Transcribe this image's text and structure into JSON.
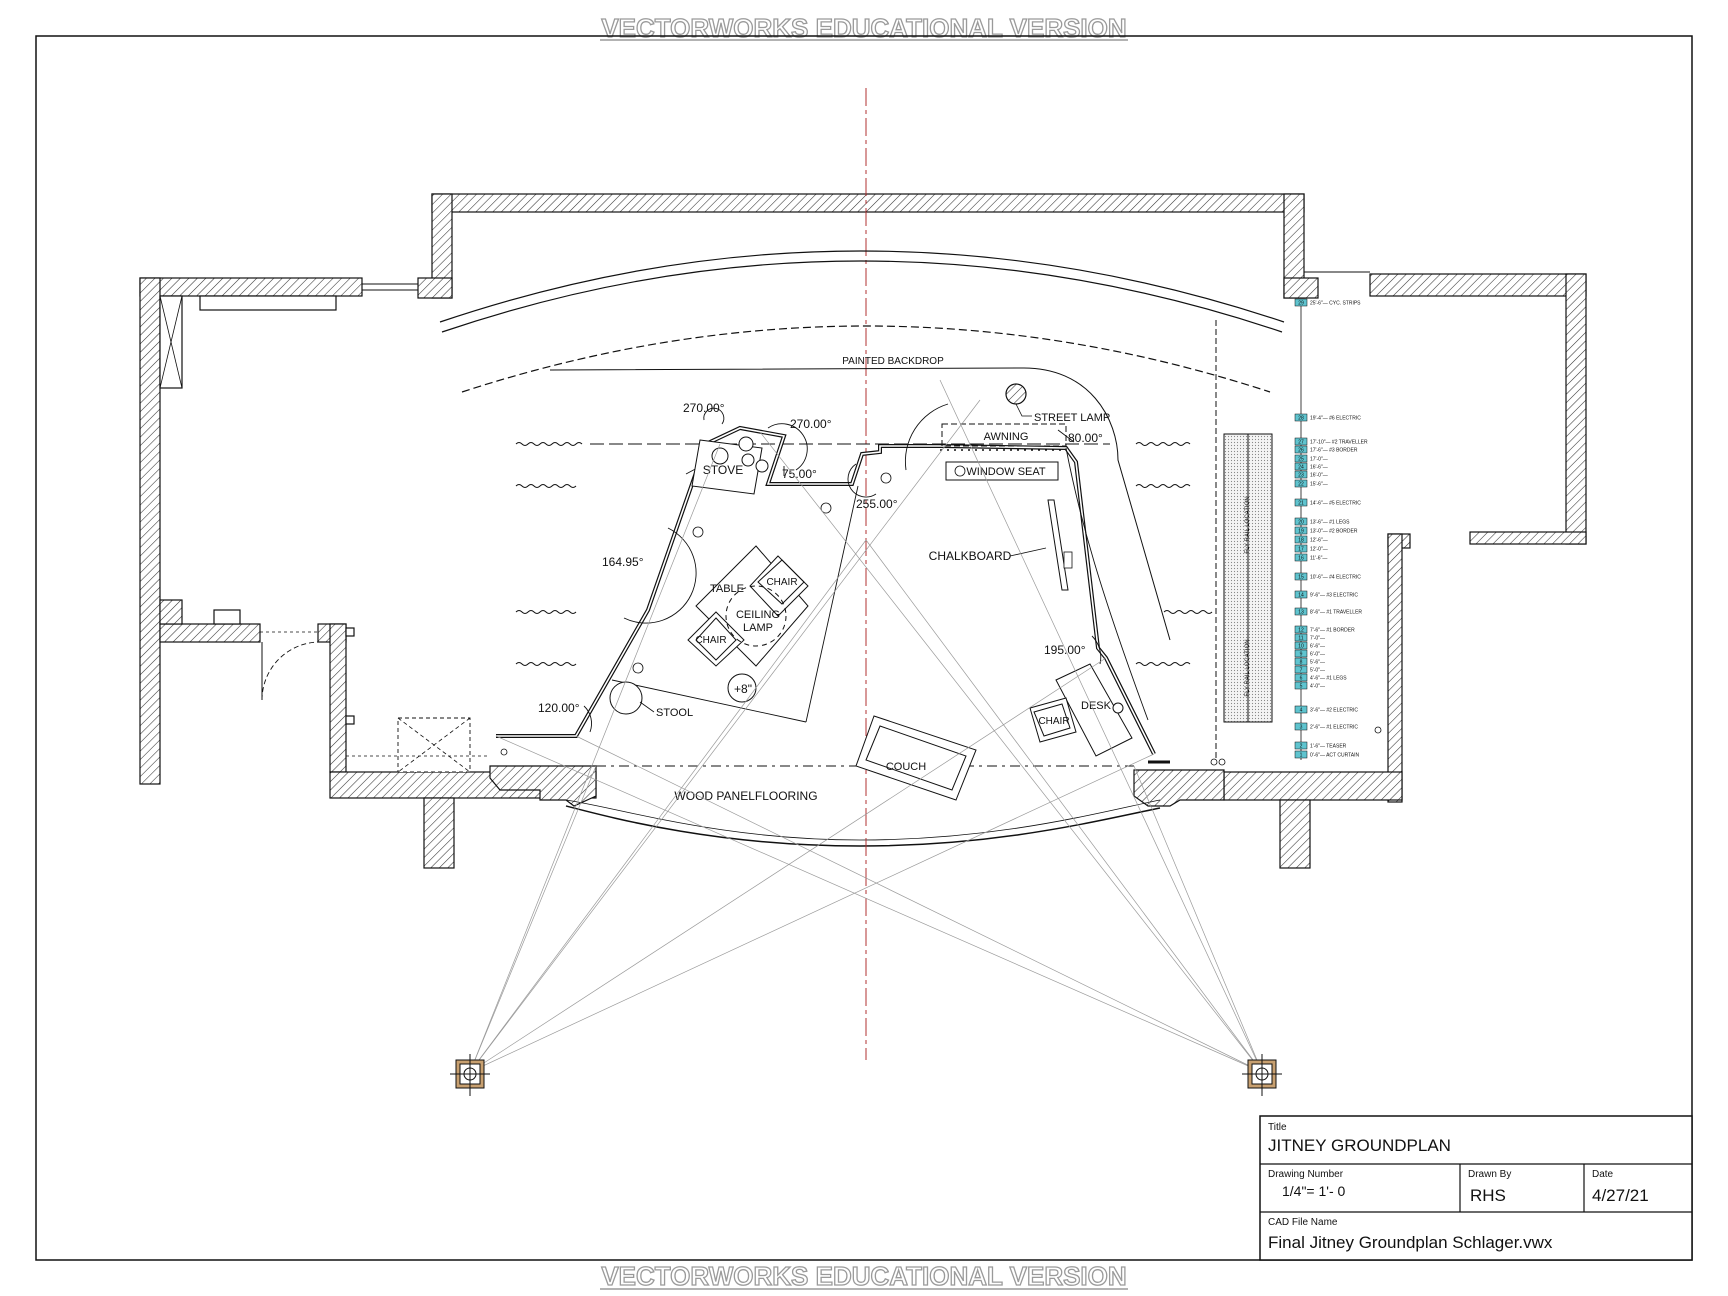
{
  "watermark": "VECTORWORKS EDUCATIONAL VERSION",
  "labels": {
    "painted_backdrop": "PAINTED BACKDROP",
    "street_lamp": "STREET LAMP",
    "awning": "AWNING",
    "window_seat": "WINDOW SEAT",
    "stove": "STOVE",
    "chalkboard": "CHALKBOARD",
    "table": "TABLE",
    "chair": "CHAIR",
    "ceiling_lamp_1": "CEILING",
    "ceiling_lamp_2": "LAMP",
    "stool": "STOOL",
    "level": "+8\"",
    "desk": "DESK",
    "couch": "COUCH",
    "wood_panel_flooring": "WOOD PANELFLOORING",
    "fly_rail": "FLY RAIL LOCATION"
  },
  "angles": {
    "a270_left": "270.00°",
    "a270_right": "270.00°",
    "a75": "75.00°",
    "a255": "255.00°",
    "a164": "164.95°",
    "a120": "120.00°",
    "a80": "80.00°",
    "a195": "195.00°"
  },
  "lineset": [
    {
      "num": "29",
      "text": "25'-6\"— CYC. STRIPS"
    },
    {
      "num": "28",
      "text": "19'-4\"— #6 ELECTRIC"
    },
    {
      "num": "27",
      "text": "17'-10\"— #2 TRAVELLER"
    },
    {
      "num": "26",
      "text": "17'-6\"— #3 BORDER"
    },
    {
      "num": "25",
      "text": "17'-0\"—"
    },
    {
      "num": "24",
      "text": "16'-6\"—"
    },
    {
      "num": "23",
      "text": "16'-0\"—"
    },
    {
      "num": "22",
      "text": "15'-6\"—"
    },
    {
      "num": "21",
      "text": "14'-6\"— #5 ELECTRIC"
    },
    {
      "num": "20",
      "text": "13'-6\"— #1 LEGS"
    },
    {
      "num": "19",
      "text": "13'-0\"— #2 BORDER"
    },
    {
      "num": "18",
      "text": "12'-6\"—"
    },
    {
      "num": "17",
      "text": "12'-0\"—"
    },
    {
      "num": "16",
      "text": "11'-6\"—"
    },
    {
      "num": "15",
      "text": "10'-6\"— #4 ELECTRIC"
    },
    {
      "num": "14",
      "text": "9'-6\"— #3 ELECTRIC"
    },
    {
      "num": "13",
      "text": "8'-6\"— #1 TRAVELLER"
    },
    {
      "num": "12",
      "text": "7'-6\"— #1 BORDER"
    },
    {
      "num": "11",
      "text": "7'-0\"—"
    },
    {
      "num": "10",
      "text": "6'-6\"—"
    },
    {
      "num": "9",
      "text": "6'-0\"—"
    },
    {
      "num": "8",
      "text": "5'-6\"—"
    },
    {
      "num": "7",
      "text": "5'-0\"—"
    },
    {
      "num": "6",
      "text": "4'-6\"— #1 LEGS"
    },
    {
      "num": "5",
      "text": "4'-0\"—"
    },
    {
      "num": "4",
      "text": "3'-6\"— #2 ELECTRIC"
    },
    {
      "num": "3",
      "text": "2'-6\"— #1 ELECTRIC"
    },
    {
      "num": "2",
      "text": "1'-6\"— TEASER"
    },
    {
      "num": "1",
      "text": "0'-6\"— ACT CURTAIN"
    }
  ],
  "title_block": {
    "title_label": "Title",
    "title": "JITNEY GROUNDPLAN",
    "drawing_number_label": "Drawing Number",
    "drawing_number": "1/4\"= 1'- 0",
    "drawn_by_label": "Drawn By",
    "drawn_by": "RHS",
    "date_label": "Date",
    "date": "4/27/21",
    "cad_file_label": "CAD File Name",
    "cad_file": "Final Jitney Groundplan Schlager.vwx"
  },
  "colors": {
    "centerline": "#b03030",
    "lineset_box": "#5fc4cf",
    "hatch": "#333333"
  }
}
